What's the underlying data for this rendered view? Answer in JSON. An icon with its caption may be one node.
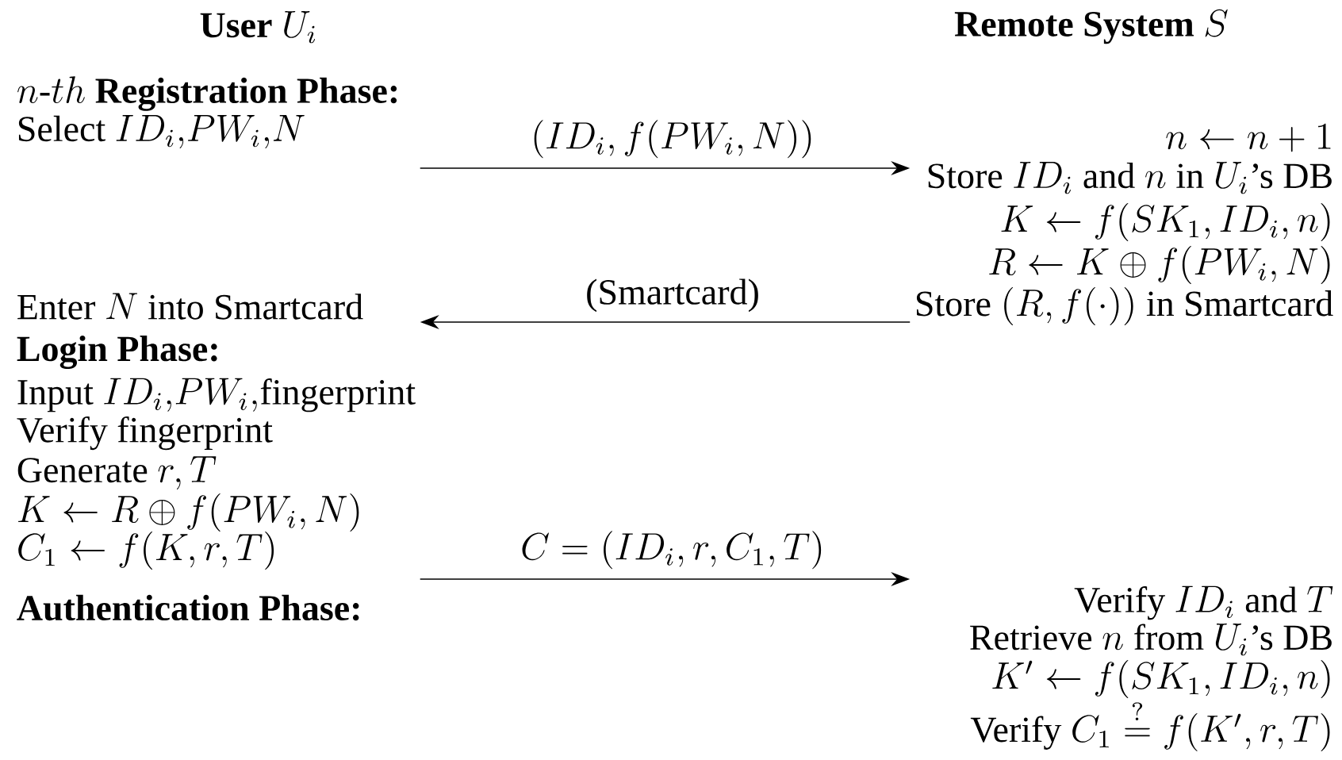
{
  "diagram": {
    "nodes": [
      {
        "text": [
          "\\textbf{User}\\ U_i",
          "n\\text{-}th\\ \\textbf{Registration Phase:}",
          "\\text{Select } ID_i{,}PW_i{,}N",
          "\\text{Enter } N \\text{ into Smartcard}",
          "Login Phase:",
          "\\text{Input } ID_i{,}PW_i{,}\\text{fingerprint}",
          "Verify fingerprint",
          "\\text{Generate } r, T",
          "K \\leftarrow R \\oplus f(PW_i, N)",
          "C_1 \\leftarrow f(K, r, T)",
          "Authentication Phase:"
        ]
      },
      {
        "text": [
          "\\textbf{Remote System}\\ S",
          "n \\leftarrow n + 1",
          "\\text{Store } ID_i \\text{ and } n \\text{ in } U_i\\text{'s DB}",
          "K \\leftarrow f(SK_1, ID_i, n)",
          "R \\leftarrow K \\oplus f(PW_i, N)",
          "\\text{Store } (R, f(\\cdot)) \\text{ in Smartcard}",
          "\\text{Verify } ID_i \\text{ and } T",
          "\\text{Retrieve } n \\text{ from } U_i\\text{'s DB}",
          "K' \\leftarrow f(SK_1, ID_i, n)",
          "\\text{Verify } C_1 \\stackrel{?}{=} f(K', r, T)"
        ]
      }
    ],
    "edges": [
      {
        "from": 0,
        "to": 1,
        "arrow": "to",
        "label": "(ID_i, f(PW_i, N))"
      },
      {
        "from": 1,
        "to": 0,
        "arrow": "to",
        "label": "(Smartcard)"
      },
      {
        "from": 0,
        "to": 1,
        "arrow": "to",
        "label": "C = (ID_i, r, C_1, T)"
      }
    ]
  }
}
